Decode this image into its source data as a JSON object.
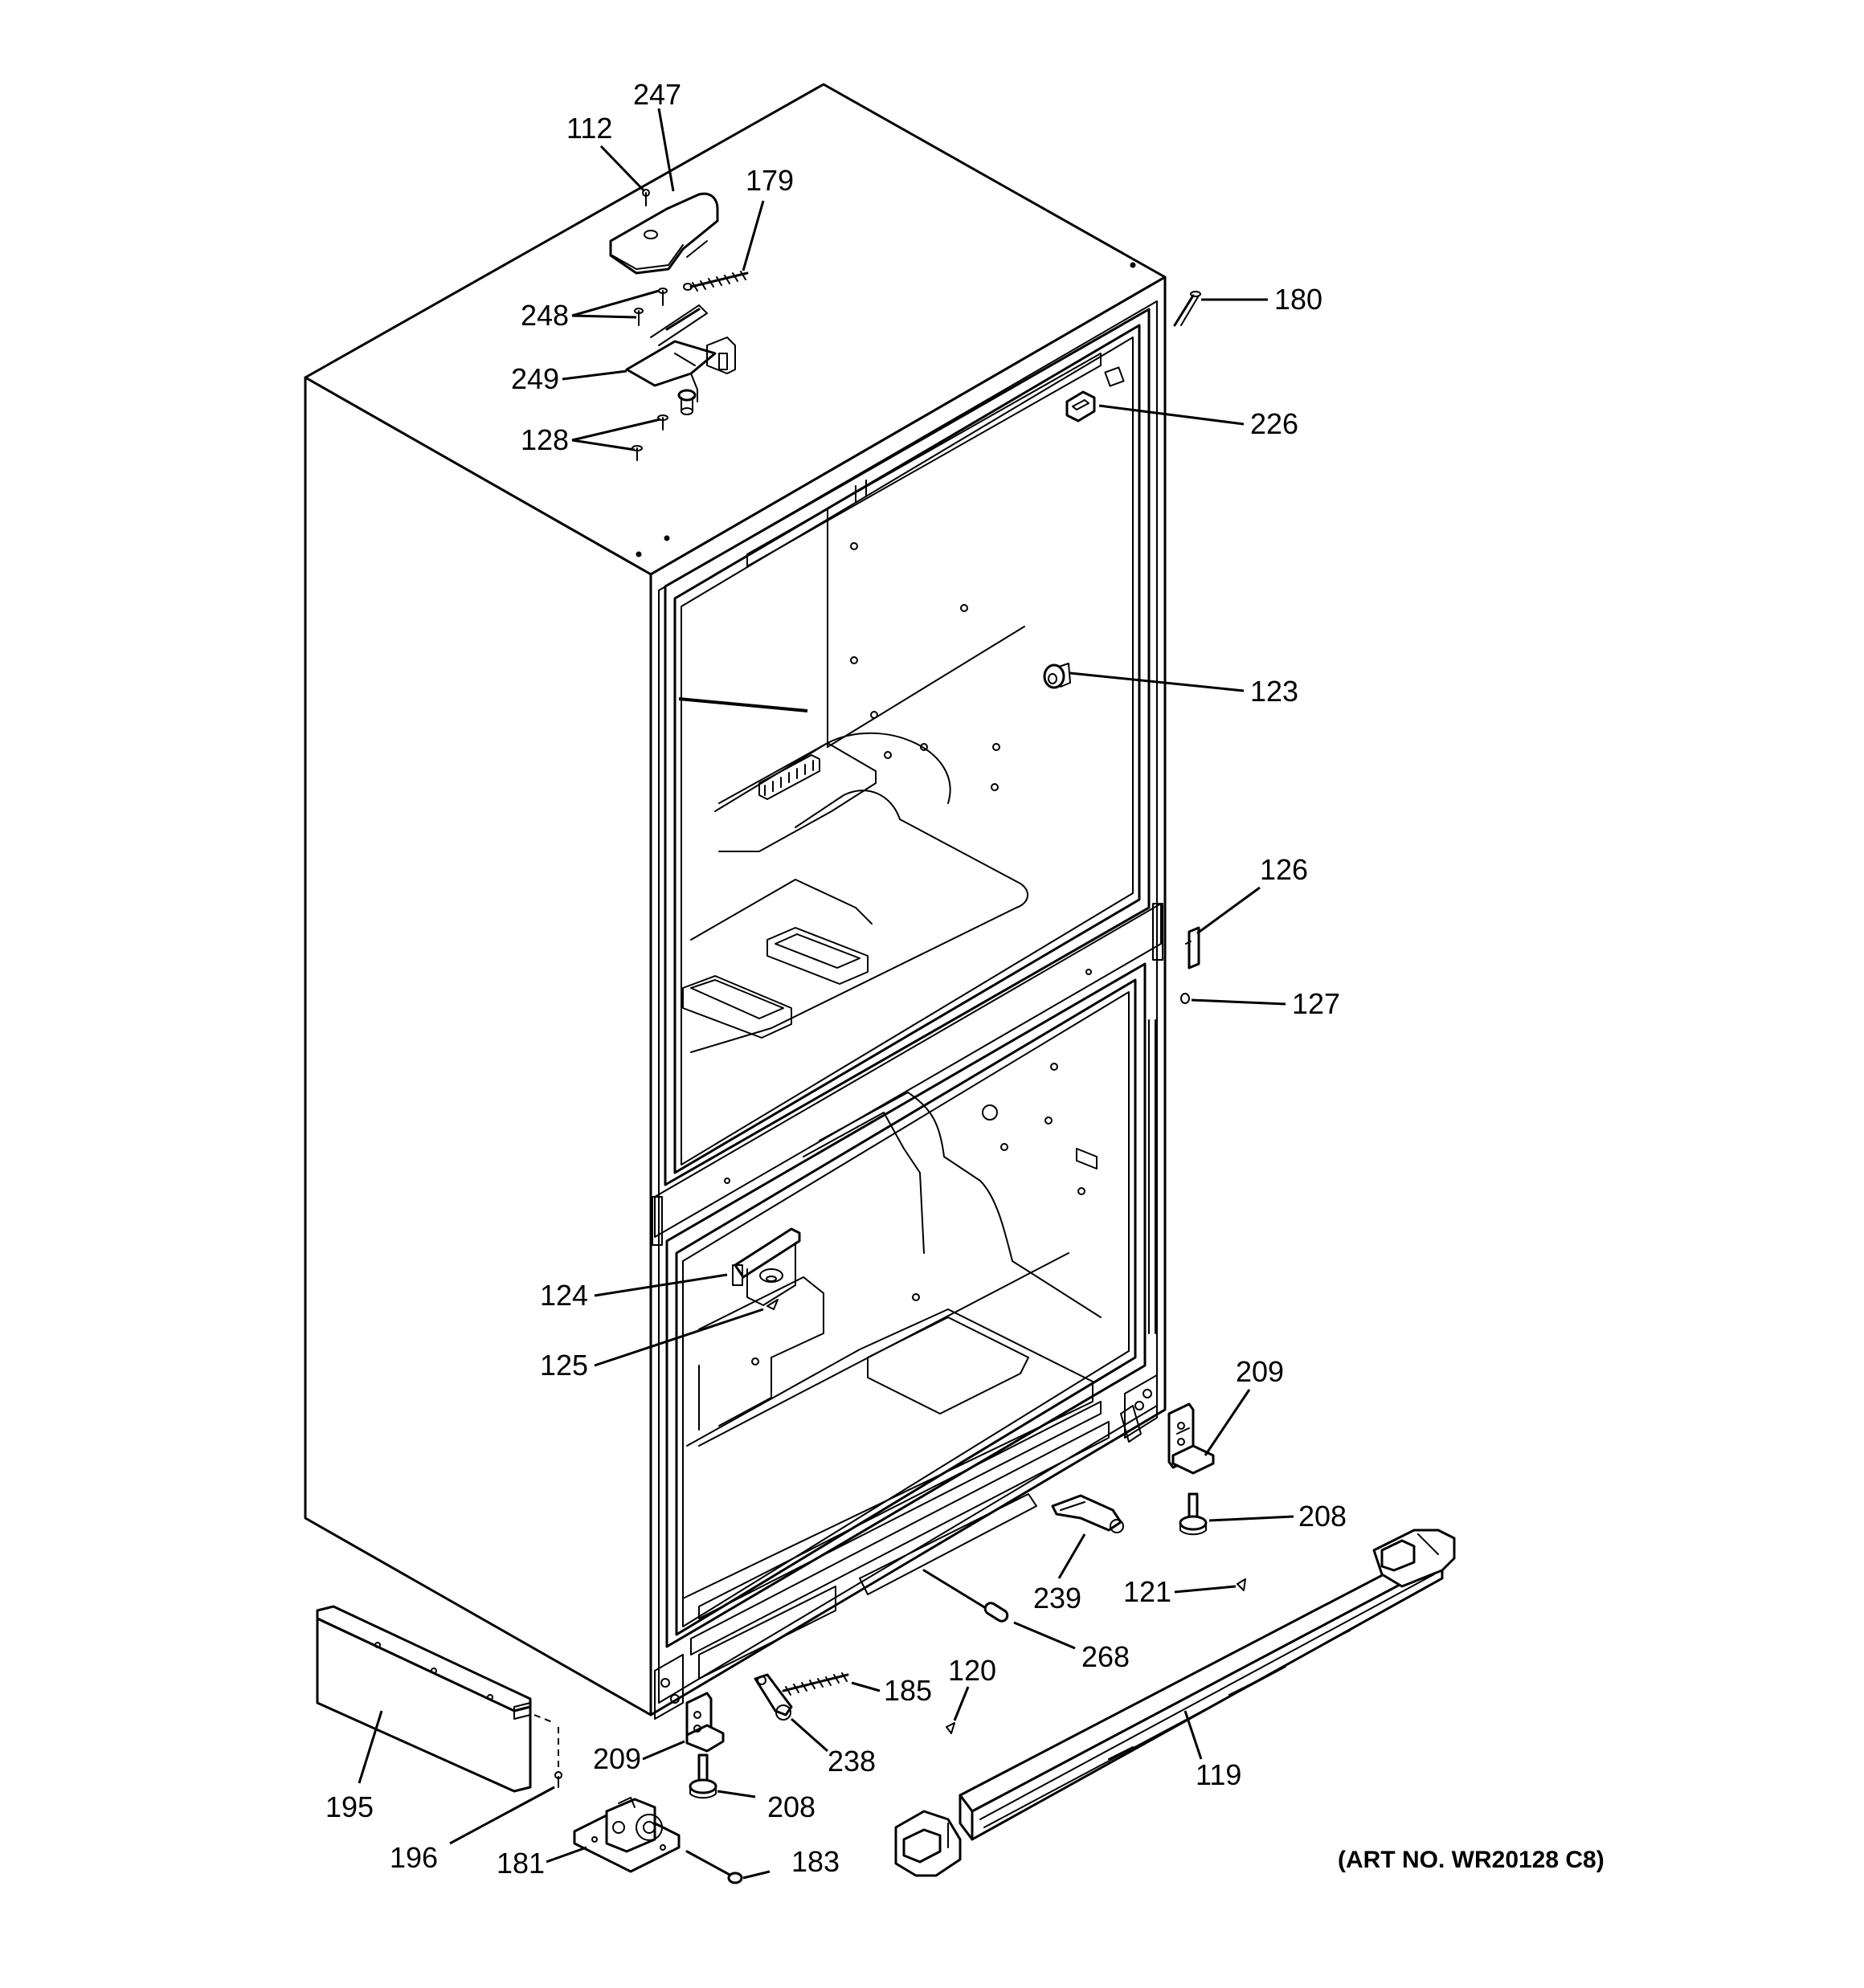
{
  "callouts": [
    {
      "id": "112",
      "text": "112"
    },
    {
      "id": "247",
      "text": "247"
    },
    {
      "id": "179",
      "text": "179"
    },
    {
      "id": "180",
      "text": "180"
    },
    {
      "id": "248",
      "text": "248"
    },
    {
      "id": "249",
      "text": "249"
    },
    {
      "id": "226",
      "text": "226"
    },
    {
      "id": "128",
      "text": "128"
    },
    {
      "id": "123",
      "text": "123"
    },
    {
      "id": "126",
      "text": "126"
    },
    {
      "id": "127",
      "text": "127"
    },
    {
      "id": "124",
      "text": "124"
    },
    {
      "id": "125",
      "text": "125"
    },
    {
      "id": "209a",
      "text": "209"
    },
    {
      "id": "208a",
      "text": "208"
    },
    {
      "id": "239",
      "text": "239"
    },
    {
      "id": "121",
      "text": "121"
    },
    {
      "id": "268",
      "text": "268"
    },
    {
      "id": "120",
      "text": "120"
    },
    {
      "id": "185",
      "text": "185"
    },
    {
      "id": "209b",
      "text": "209"
    },
    {
      "id": "238",
      "text": "238"
    },
    {
      "id": "119",
      "text": "119"
    },
    {
      "id": "195",
      "text": "195"
    },
    {
      "id": "208b",
      "text": "208"
    },
    {
      "id": "196",
      "text": "196"
    },
    {
      "id": "181",
      "text": "181"
    },
    {
      "id": "183",
      "text": "183"
    }
  ],
  "art_number": "(ART NO. WR20128 C8)"
}
